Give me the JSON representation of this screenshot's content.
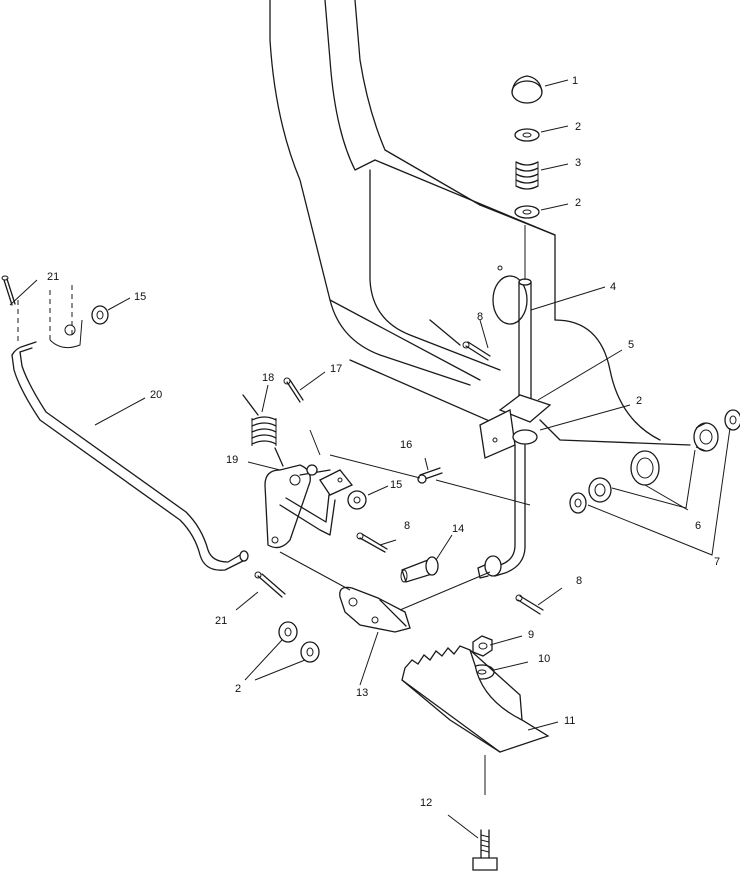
{
  "callouts": [
    {
      "id": "c1",
      "text": "1"
    },
    {
      "id": "c2a",
      "text": "2"
    },
    {
      "id": "c3",
      "text": "3"
    },
    {
      "id": "c2b",
      "text": "2"
    },
    {
      "id": "c4",
      "text": "4"
    },
    {
      "id": "c8a",
      "text": "8"
    },
    {
      "id": "c5",
      "text": "5"
    },
    {
      "id": "c2c",
      "text": "2"
    },
    {
      "id": "c16",
      "text": "16"
    },
    {
      "id": "c15a",
      "text": "15"
    },
    {
      "id": "c21a",
      "text": "21"
    },
    {
      "id": "c15b",
      "text": "15"
    },
    {
      "id": "c20",
      "text": "20"
    },
    {
      "id": "c18",
      "text": "18"
    },
    {
      "id": "c17",
      "text": "17"
    },
    {
      "id": "c19",
      "text": "19"
    },
    {
      "id": "c6",
      "text": "6"
    },
    {
      "id": "c7",
      "text": "7"
    },
    {
      "id": "c8b",
      "text": "8"
    },
    {
      "id": "c14",
      "text": "14"
    },
    {
      "id": "c8c",
      "text": "8"
    },
    {
      "id": "c21b",
      "text": "21"
    },
    {
      "id": "c9",
      "text": "9"
    },
    {
      "id": "c10",
      "text": "10"
    },
    {
      "id": "c2d",
      "text": "2"
    },
    {
      "id": "c13",
      "text": "13"
    },
    {
      "id": "c11",
      "text": "11"
    },
    {
      "id": "c12",
      "text": "12"
    }
  ]
}
